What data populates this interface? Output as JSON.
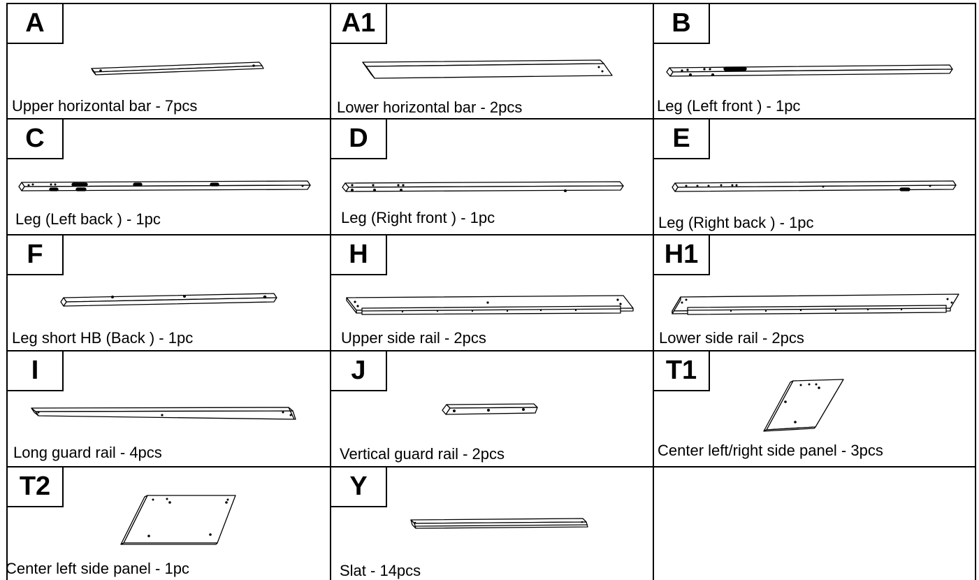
{
  "parts": [
    {
      "id": "A",
      "caption": "Upper horizontal bar - 7pcs"
    },
    {
      "id": "A1",
      "caption": "Lower horizontal bar - 2pcs"
    },
    {
      "id": "B",
      "caption": "Leg (Left front ) - 1pc"
    },
    {
      "id": "C",
      "caption": "Leg (Left back ) - 1pc"
    },
    {
      "id": "D",
      "caption": "Leg (Right front ) - 1pc"
    },
    {
      "id": "E",
      "caption": "Leg (Right back ) - 1pc"
    },
    {
      "id": "F",
      "caption": "Leg short HB (Back ) - 1pc"
    },
    {
      "id": "H",
      "caption": "Upper side rail - 2pcs"
    },
    {
      "id": "H1",
      "caption": "Lower side rail - 2pcs"
    },
    {
      "id": "I",
      "caption": "Long guard rail - 4pcs"
    },
    {
      "id": "J",
      "caption": "Vertical guard rail - 2pcs"
    },
    {
      "id": "T1",
      "caption": "Center left/right side panel - 3pcs"
    },
    {
      "id": "T2",
      "caption": "Center left side panel - 1pc"
    },
    {
      "id": "Y",
      "caption": "Slat - 14pcs"
    }
  ]
}
